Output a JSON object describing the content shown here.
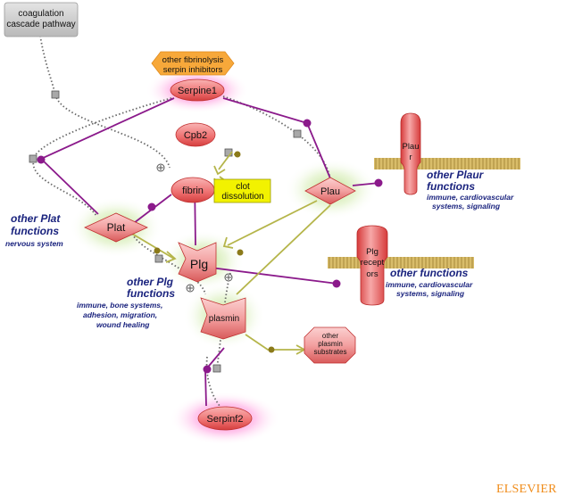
{
  "diagram": {
    "publisher_logo": "ELSEVIER",
    "nodes": {
      "coagulation": {
        "label_line1": "coagulation",
        "label_line2": "cascade pathway"
      },
      "fibrinolysis_inhibitors": {
        "label_line1": "other fibrinolysis",
        "label_line2": "serpin inhibitors"
      },
      "serpine1": {
        "label": "Serpine1"
      },
      "cpb2": {
        "label": "Cpb2"
      },
      "fibrin": {
        "label": "fibrin"
      },
      "clot_dissolution": {
        "label_line1": "clot",
        "label_line2": "dissolution"
      },
      "plau": {
        "label": "Plau"
      },
      "plaur": {
        "label_line1": "Plau",
        "label_line2": "r"
      },
      "plat": {
        "label": "Plat"
      },
      "plg": {
        "label": "Plg"
      },
      "plg_receptors": {
        "label_line1": "Plg",
        "label_line2": "recept",
        "label_line3": "ors"
      },
      "plasmin": {
        "label": "plasmin"
      },
      "other_plasmin_substrates": {
        "label_line1": "other",
        "label_line2": "plasmin",
        "label_line3": "substrates"
      },
      "serpinf2": {
        "label": "Serpinf2"
      }
    },
    "annotations": {
      "plaur_functions": {
        "title_line1": "other Plaur",
        "title_line2": "functions",
        "sub_line1": "immune, cardiovascular",
        "sub_line2": "systems, signaling"
      },
      "plat_functions": {
        "title_line1": "other Plat",
        "title_line2": "functions",
        "sub_line1": "nervous system"
      },
      "plg_functions": {
        "title_line1": "other Plg",
        "title_line2": "functions",
        "sub_line1": "immune, bone systems,",
        "sub_line2": "adhesion, migration,",
        "sub_line3": "wound healing"
      },
      "receptor_functions": {
        "title_line1": "other functions",
        "sub_line1": "immune, cardiovascular",
        "sub_line2": "systems, signaling"
      }
    },
    "colors": {
      "inhibition_edge": "#8b1a8b",
      "activation_edge": "#b5b54a",
      "dotted_edge": "#666666",
      "node_fill": "#f4a0a0",
      "membrane": "#c8a84e",
      "clot_box": "#f2f200",
      "halo_pink": "#ff66cc",
      "halo_green": "#b8e07a",
      "function_text": "#1a237e"
    }
  }
}
